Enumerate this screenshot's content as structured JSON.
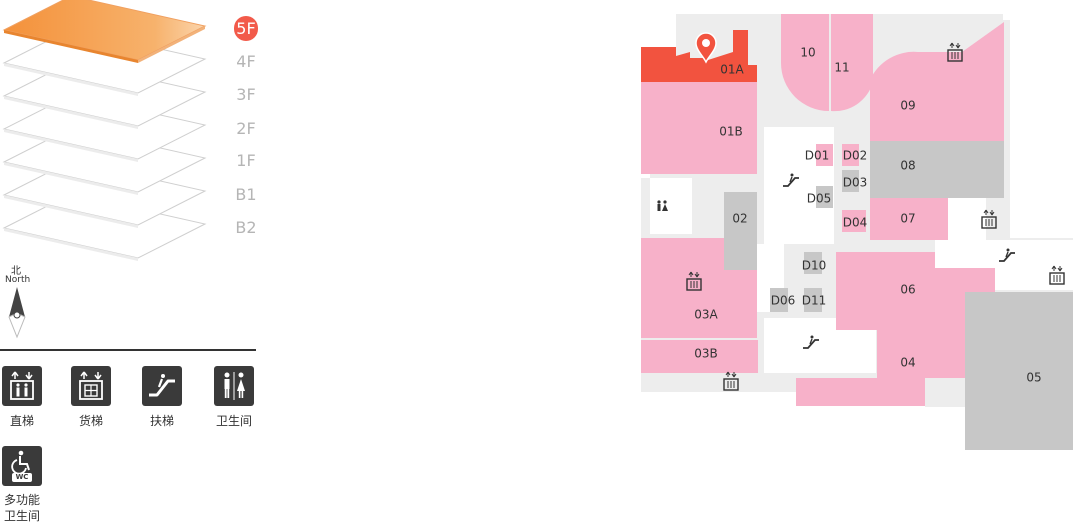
{
  "floors": {
    "active": "5F",
    "items": [
      "5F",
      "4F",
      "3F",
      "2F",
      "1F",
      "B1",
      "B2"
    ]
  },
  "compass": {
    "label_cn": "北",
    "label_en": "North"
  },
  "legend": {
    "items": [
      {
        "icon": "elevator-icon",
        "label": "直梯"
      },
      {
        "icon": "freight-elevator-icon",
        "label": "货梯"
      },
      {
        "icon": "escalator-icon",
        "label": "扶梯"
      },
      {
        "icon": "restroom-icon",
        "label": "卫生间"
      },
      {
        "icon": "accessible-restroom-icon",
        "label": "多功能\n卫生间",
        "label_line1": "多功能",
        "label_line2": "卫生间",
        "badge": "WC"
      }
    ]
  },
  "map": {
    "rooms": [
      "01A",
      "01B",
      "02",
      "03A",
      "03B",
      "04",
      "05",
      "06",
      "07",
      "08",
      "09",
      "10",
      "11",
      "D01",
      "D02",
      "D03",
      "D04",
      "D05",
      "D06",
      "D10",
      "D11"
    ],
    "highlighted_room": "01A",
    "colors": {
      "shop": "#f7b1c9",
      "service": "#c7c7c7",
      "corridor": "#ededed",
      "highlight": "#f2533f",
      "active_floor": "#f6a04d"
    }
  }
}
